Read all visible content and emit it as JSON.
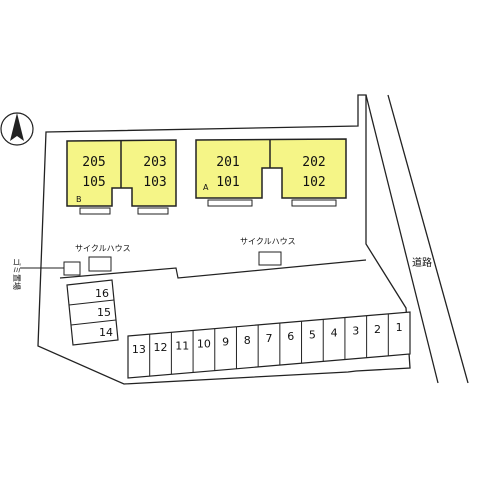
{
  "compass": {
    "icon": "north-arrow-icon"
  },
  "colors": {
    "building": "#f5f587",
    "line": "#222222",
    "background": "#ffffff"
  },
  "buildings": [
    {
      "id": "B",
      "units": [
        {
          "top": "205",
          "bottom": "105",
          "letter": "B"
        },
        {
          "top": "203",
          "bottom": "103",
          "letter": ""
        }
      ]
    },
    {
      "id": "A",
      "units": [
        {
          "top": "201",
          "bottom": "101",
          "letter": "A"
        },
        {
          "top": "202",
          "bottom": "102",
          "letter": ""
        }
      ]
    }
  ],
  "labels": {
    "cycle_house_left": "サイクルハウス",
    "cycle_house_right": "サイクルハウス",
    "garbage": "ゴミ置場",
    "road": "道路"
  },
  "parking_left": [
    "16",
    "15",
    "14"
  ],
  "parking_bottom": [
    "13",
    "12",
    "11",
    "10",
    "9",
    "8",
    "7",
    "6",
    "5",
    "4",
    "3",
    "2",
    "1"
  ]
}
